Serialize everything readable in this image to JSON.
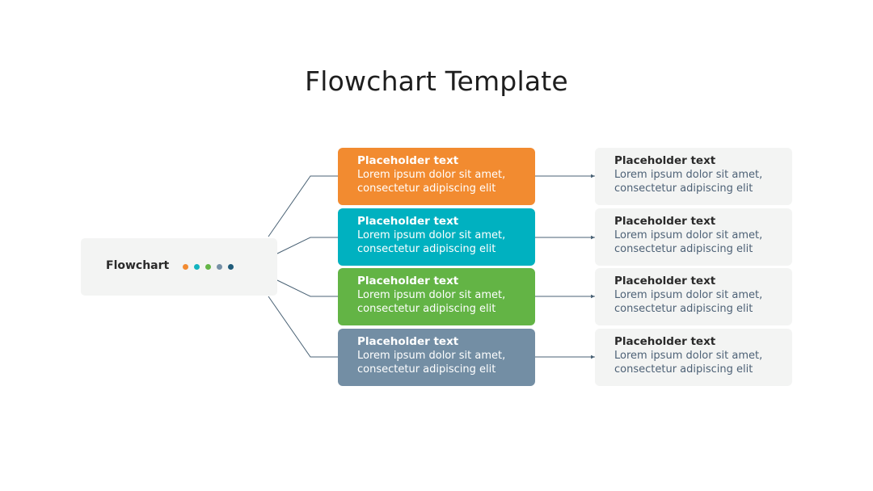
{
  "title": "Flowchart Template",
  "root": {
    "label": "Flowchart",
    "dot_colors": [
      "#f28b30",
      "#12b3bf",
      "#64b546",
      "#7690a6",
      "#1f5c7a"
    ]
  },
  "connector_color": "#4a6275",
  "steps": [
    {
      "color": "#f28b30",
      "title": "Placeholder text",
      "line1": "Lorem ipsum dolor sit amet,",
      "line2": "consectetur adipiscing elit",
      "detail": {
        "title": "Placeholder text",
        "line1": "Lorem ipsum dolor sit amet,",
        "line2": "consectetur adipiscing elit"
      }
    },
    {
      "color": "#00b1c0",
      "title": "Placeholder text",
      "line1": "Lorem ipsum dolor sit amet,",
      "line2": "consectetur adipiscing elit",
      "detail": {
        "title": "Placeholder text",
        "line1": "Lorem ipsum dolor sit amet,",
        "line2": "consectetur adipiscing elit"
      }
    },
    {
      "color": "#63b445",
      "title": "Placeholder text",
      "line1": "Lorem ipsum dolor sit amet,",
      "line2": "consectetur adipiscing elit",
      "detail": {
        "title": "Placeholder text",
        "line1": "Lorem ipsum dolor sit amet,",
        "line2": "consectetur adipiscing elit"
      }
    },
    {
      "color": "#738ea4",
      "title": "Placeholder text",
      "line1": "Lorem ipsum dolor sit amet,",
      "line2": "consectetur adipiscing elit",
      "detail": {
        "title": "Placeholder text",
        "line1": "Lorem ipsum dolor sit amet,",
        "line2": "consectetur adipiscing elit"
      }
    }
  ]
}
